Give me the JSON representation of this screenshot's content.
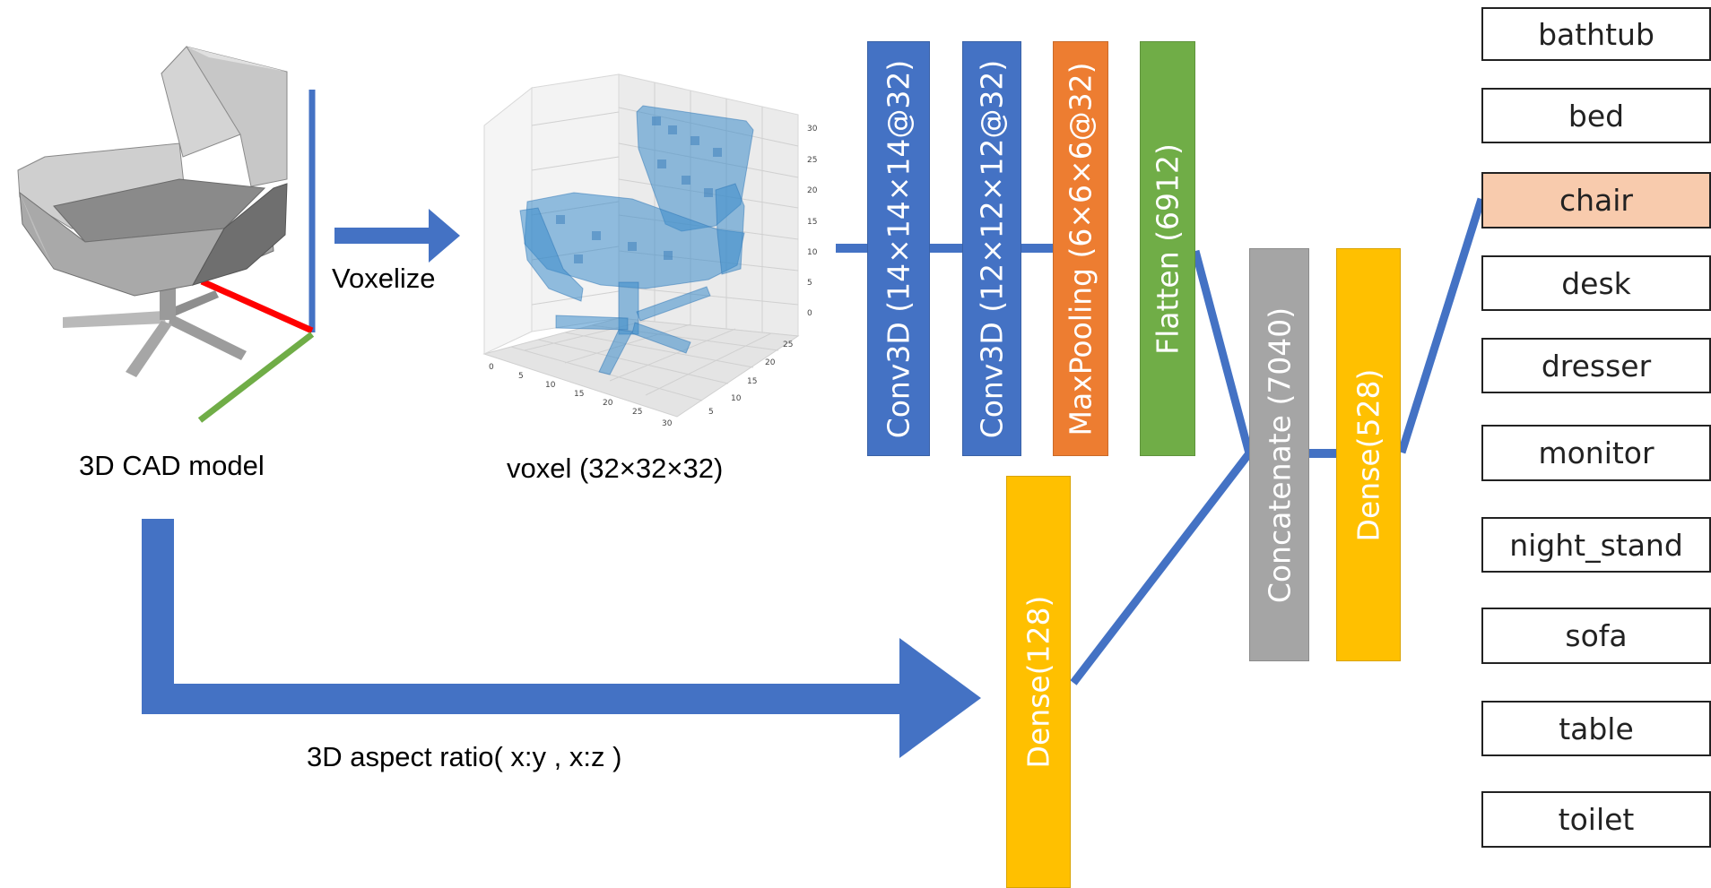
{
  "diagram": {
    "captions": {
      "cad_model": "3D CAD model",
      "voxelize": "Voxelize",
      "voxel": "voxel (32×32×32)",
      "aspect_ratio": "3D aspect ratio( x:y , x:z )"
    },
    "layers": [
      {
        "label": "Conv3D (14×14×14@32)",
        "color": "#4472C4"
      },
      {
        "label": "Conv3D (12×12×12@32)",
        "color": "#4472C4"
      },
      {
        "label": "MaxPooling (6×6×6@32)",
        "color": "#ED7D31"
      },
      {
        "label": "Flatten (6912)",
        "color": "#70AD47"
      },
      {
        "label": "Dense(128)",
        "color": "#FFC000"
      },
      {
        "label": "Concatenate (7040)",
        "color": "#A5A5A5"
      },
      {
        "label": "Dense(528)",
        "color": "#FFC000"
      }
    ],
    "classes": [
      {
        "label": "bathtub",
        "highlighted": false
      },
      {
        "label": "bed",
        "highlighted": false
      },
      {
        "label": "chair",
        "highlighted": true
      },
      {
        "label": "desk",
        "highlighted": false
      },
      {
        "label": "dresser",
        "highlighted": false
      },
      {
        "label": "monitor",
        "highlighted": false
      },
      {
        "label": "night_stand",
        "highlighted": false
      },
      {
        "label": "sofa",
        "highlighted": false
      },
      {
        "label": "table",
        "highlighted": false
      },
      {
        "label": "toilet",
        "highlighted": false
      }
    ],
    "voxel_axis_ticks": {
      "vertical": [
        "30",
        "25",
        "20",
        "15",
        "10",
        "5",
        "0"
      ],
      "front": [
        "0",
        "5",
        "10",
        "15",
        "20",
        "25",
        "30"
      ],
      "side": [
        "5",
        "10",
        "15",
        "20",
        "25"
      ]
    },
    "colors": {
      "connector": "#4472C4",
      "highlight": "#F8CBAD",
      "axis_x": "#4472C4",
      "axis_y": "#FF0000",
      "axis_z": "#70AD47",
      "voxel": "#3C8DCB"
    }
  }
}
